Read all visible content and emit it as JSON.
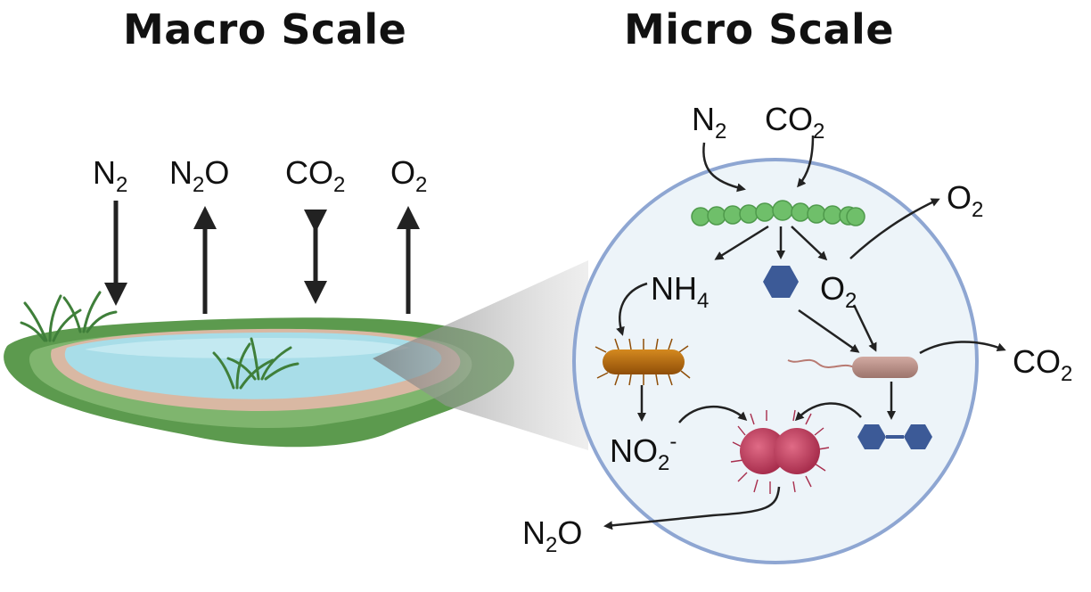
{
  "titles": {
    "macro": "Macro Scale",
    "micro": "Micro Scale"
  },
  "macro": {
    "gases": [
      {
        "base": "N",
        "sub": "2",
        "tail": "",
        "direction": "down"
      },
      {
        "base": "N",
        "sub": "2",
        "tail": "O",
        "direction": "up"
      },
      {
        "base": "CO",
        "sub": "2",
        "tail": "",
        "direction": "both"
      },
      {
        "base": "O",
        "sub": "2",
        "tail": "",
        "direction": "up"
      }
    ]
  },
  "micro": {
    "inputs": {
      "n2": {
        "base": "N",
        "sub": "2"
      },
      "co2": {
        "base": "CO",
        "sub": "2"
      }
    },
    "nh4": {
      "base": "NH",
      "sub": "4"
    },
    "o2_inner": {
      "base": "O",
      "sub": "2"
    },
    "o2_out": {
      "base": "O",
      "sub": "2"
    },
    "co2_out": {
      "base": "CO",
      "sub": "2"
    },
    "no2": {
      "base": "NO",
      "sub": "2",
      "sup": "-"
    },
    "n2o_out": {
      "base": "N",
      "sub": "2",
      "tail": "O"
    }
  },
  "colors": {
    "water": "#a8dde8",
    "grass": "#5c9a4e",
    "bank": "#d9b8a3",
    "circle_fill": "#edf4f9",
    "circle_stroke": "#8ea6d2",
    "cyano": "#6fbf6a",
    "hexagon": "#3c5a97",
    "bacterium_orange": "#b8680c",
    "bacterium_pink": "#c2405f",
    "rod_brown": "#b89088"
  }
}
